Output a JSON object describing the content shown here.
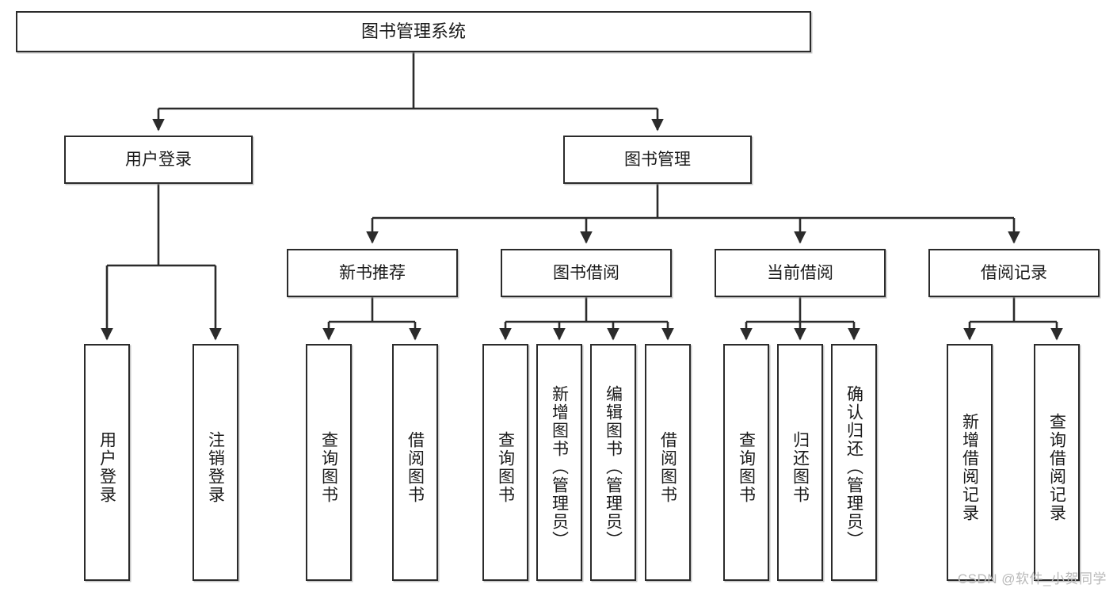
{
  "diagram": {
    "title": "图书管理系统",
    "type": "tree",
    "watermark": "CSDN @软件_小贺同学",
    "colors": {
      "stroke": "#2b2b2b",
      "fill": "#ffffff",
      "text": "#1a1a1a",
      "watermark": "#b9b9b9"
    },
    "root": {
      "label": "图书管理系统"
    },
    "level1": [
      {
        "label": "用户登录"
      },
      {
        "label": "图书管理"
      }
    ],
    "level2": [
      {
        "label": "新书推荐"
      },
      {
        "label": "图书借阅"
      },
      {
        "label": "当前借阅"
      },
      {
        "label": "借阅记录"
      }
    ],
    "leaves": {
      "user_login": [
        {
          "label": "用户登录"
        },
        {
          "label": "注销登录"
        }
      ],
      "new_book_recommend": [
        {
          "label": "查询图书"
        },
        {
          "label": "借阅图书"
        }
      ],
      "book_borrow": [
        {
          "label": "查询图书"
        },
        {
          "label": "新增图书（管理员）"
        },
        {
          "label": "编辑图书（管理员）"
        },
        {
          "label": "借阅图书"
        }
      ],
      "current_borrow": [
        {
          "label": "查询图书"
        },
        {
          "label": "归还图书"
        },
        {
          "label": "确认归还（管理员）"
        }
      ],
      "borrow_record": [
        {
          "label": "新增借阅记录"
        },
        {
          "label": "查询借阅记录"
        }
      ]
    }
  }
}
